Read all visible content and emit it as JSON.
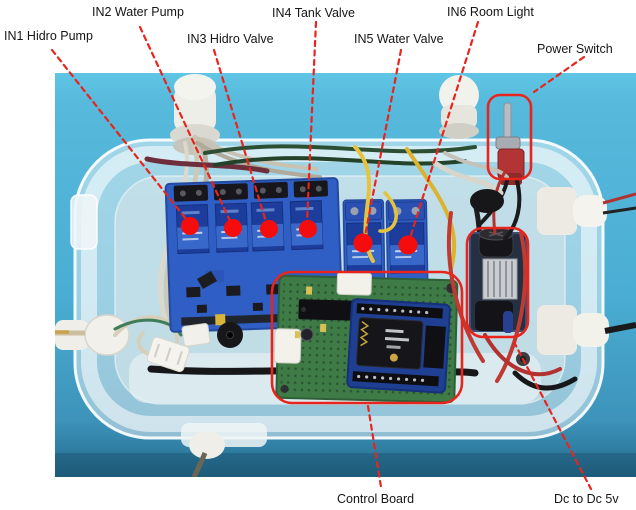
{
  "colors": {
    "annotation_red": "#e8251d",
    "marker_red": "#f50d0d",
    "photo_blue": "#4aadd3",
    "relay_board_blue": "#2f5ec4",
    "relay_cube_navy": "#1c3d9b",
    "pcb_green": "#3e7b46"
  },
  "labels": {
    "in1": "IN1 Hidro Pump",
    "in2": "IN2 Water Pump",
    "in3": "IN3 Hidro Valve",
    "in4": "IN4 Tank Valve",
    "in5": "IN5 Water Valve",
    "in6": "IN6 Room Light",
    "power_switch": "Power Switch",
    "control_board": "Control Board",
    "dc_to_dc": "Dc to Dc 5v"
  },
  "photo": {
    "description": "Open translucent plastic enclosure on a blue background containing a 4-channel relay module, two single relay modules, an ESP8266 control board on green perfboard, a DC-DC 5V step-down converter and a red toggle power switch, wired through white cable glands",
    "components": [
      "4-channel relay module",
      "single relay module IN5",
      "single relay module IN6",
      "ESP8266 control board",
      "DC-DC 5V converter",
      "toggle power switch",
      "cable glands",
      "wiring harness"
    ]
  }
}
